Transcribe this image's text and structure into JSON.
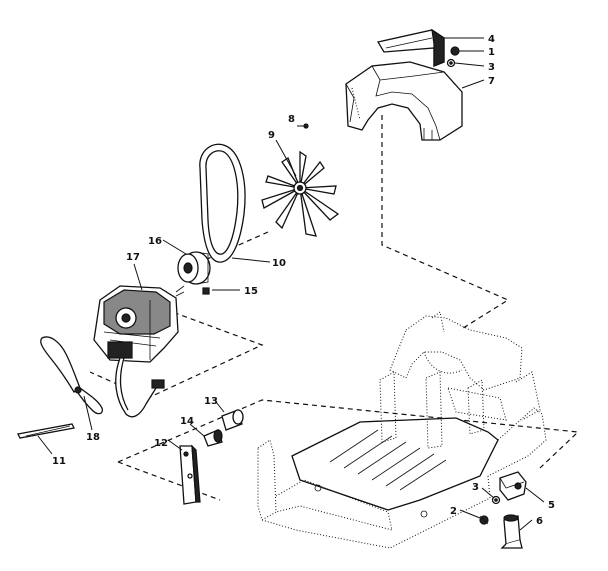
{
  "callouts": [
    {
      "id": "c4",
      "text": "4"
    },
    {
      "id": "c1",
      "text": "1"
    },
    {
      "id": "c3a",
      "text": "3"
    },
    {
      "id": "c7",
      "text": "7"
    },
    {
      "id": "c8",
      "text": "8"
    },
    {
      "id": "c9",
      "text": "9"
    },
    {
      "id": "c10",
      "text": "10"
    },
    {
      "id": "c16",
      "text": "16"
    },
    {
      "id": "c15",
      "text": "15"
    },
    {
      "id": "c17",
      "text": "17"
    },
    {
      "id": "c13",
      "text": "13"
    },
    {
      "id": "c14",
      "text": "14"
    },
    {
      "id": "c12",
      "text": "12"
    },
    {
      "id": "c11",
      "text": "11"
    },
    {
      "id": "c18",
      "text": "18"
    },
    {
      "id": "c3b",
      "text": "3"
    },
    {
      "id": "c5",
      "text": "5"
    },
    {
      "id": "c2",
      "text": "2"
    },
    {
      "id": "c6",
      "text": "6"
    }
  ]
}
